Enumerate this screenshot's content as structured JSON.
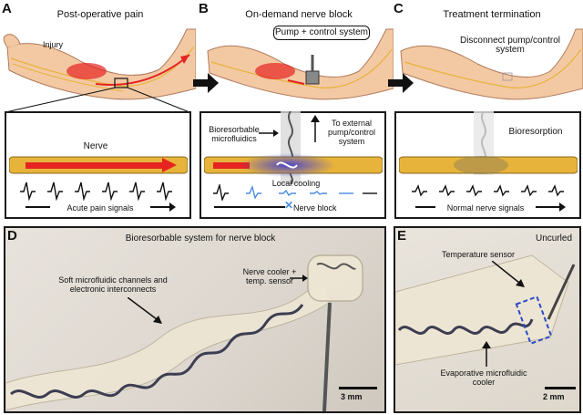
{
  "panels": {
    "a": {
      "letter": "A",
      "title": "Post-operative pain",
      "injury": "Injury",
      "nerve": "Nerve",
      "signals": "Acute pain signals"
    },
    "b": {
      "letter": "B",
      "title": "On-demand nerve block",
      "pump_system": "Pump + control system",
      "bioresorbable_microfluidics": "Bioresorbable microfluidics",
      "to_external": "To external pump/control system",
      "local_cooling": "Local cooling",
      "nerve_block": "Nerve block"
    },
    "c": {
      "letter": "C",
      "title": "Treatment termination",
      "disconnect": "Disconnect pump/control system",
      "bioresorption": "Bioresorption",
      "signals": "Normal nerve signals"
    },
    "d": {
      "letter": "D",
      "title": "Bioresorbable system for nerve block",
      "channels": "Soft microfluidic channels and electronic interconnects",
      "cooler": "Nerve cooler + temp. sensor",
      "scale": "3 mm"
    },
    "e": {
      "letter": "E",
      "title": "Uncurled",
      "temp_sensor": "Temperature sensor",
      "evap_cooler": "Evaporative microfluidic cooler",
      "scale": "2 mm"
    }
  },
  "colors": {
    "skin": "#f3c9a4",
    "nerve": "#e7b33a",
    "pain": "#e52421",
    "cooling": "#4d48c9",
    "signal_blue": "#4a8ce0"
  }
}
